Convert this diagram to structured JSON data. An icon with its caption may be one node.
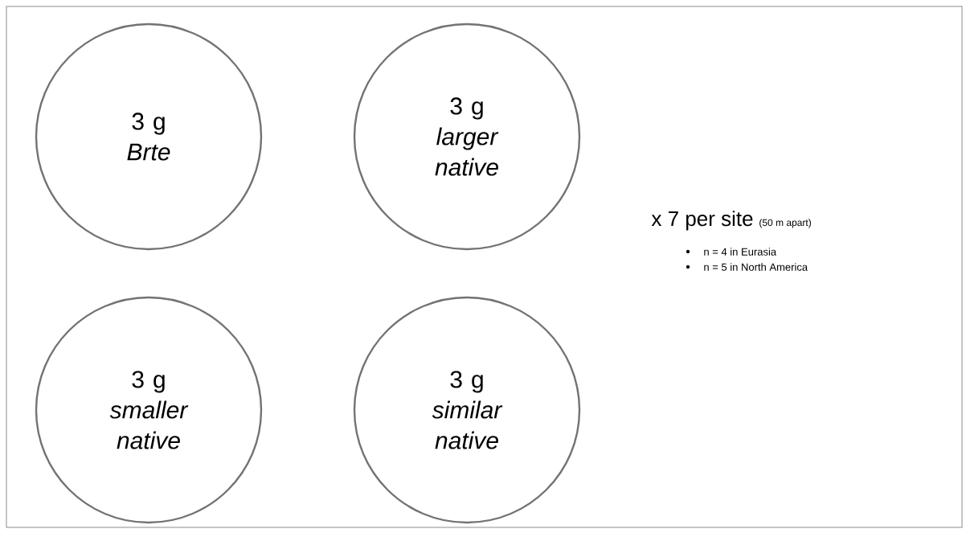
{
  "diagram": {
    "nodes": [
      {
        "text": [
          "3 g",
          "Brte"
        ]
      },
      {
        "text": [
          "3 g",
          "larger native"
        ]
      },
      {
        "text": [
          "3 g",
          "smaller native"
        ]
      },
      {
        "text": [
          "3 g",
          "similar native"
        ]
      }
    ],
    "labels": [
      "x 7 per site",
      "(50 m apart)",
      "n = 4 in Eurasia",
      "n = 5 in North America"
    ]
  }
}
